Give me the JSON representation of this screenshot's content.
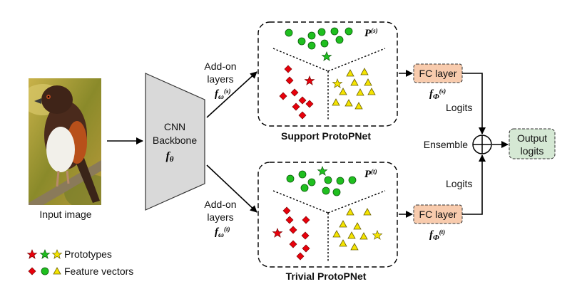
{
  "input_image": {
    "caption": "Input image"
  },
  "backbone": {
    "line1": "CNN",
    "line2": "Backbone",
    "symbol": "f",
    "subscript": "θ"
  },
  "addon_top": {
    "line1": "Add-on",
    "line2": "layers",
    "symbol": "f",
    "subscript": "ω",
    "superscript": "(s)"
  },
  "addon_bottom": {
    "line1": "Add-on",
    "line2": "layers",
    "symbol": "f",
    "subscript": "ω",
    "superscript": "(t)"
  },
  "support_net": {
    "title": "Support ProtoPNet",
    "p_symbol": "P",
    "p_superscript": "(s)"
  },
  "trivial_net": {
    "title": "Trivial ProtoPNet",
    "p_symbol": "P",
    "p_superscript": "(t)"
  },
  "fc_top": {
    "label": "FC layer",
    "symbol": "f",
    "subscript": "Φ",
    "superscript": "(s)"
  },
  "fc_bottom": {
    "label": "FC layer",
    "symbol": "f",
    "subscript": "Φ",
    "superscript": "(t)"
  },
  "logits_top": "Logits",
  "logits_bottom": "Logits",
  "ensemble": "Ensemble",
  "output": {
    "line1": "Output",
    "line2": "logits"
  },
  "legend": {
    "prototypes": "Prototypes",
    "feature_vectors": "Feature vectors"
  },
  "colors": {
    "red": "#e8000b",
    "green": "#1fbf1f",
    "yellow": "#f5e400",
    "fc_fill": "#f8cbad",
    "output_fill": "#d5e8d4",
    "backbone_fill": "#d9d9d9"
  }
}
